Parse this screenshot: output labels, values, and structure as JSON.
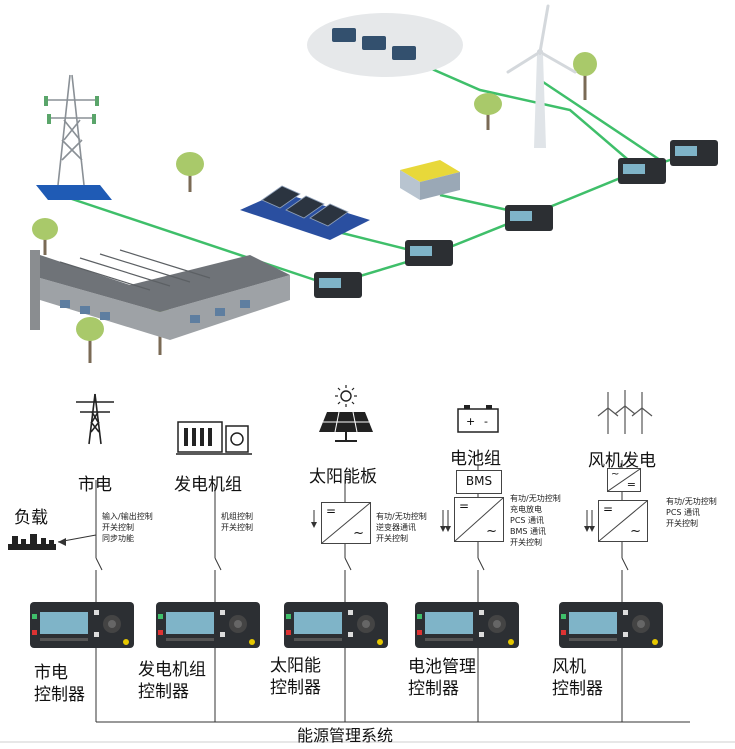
{
  "sources": {
    "grid": {
      "label": "市电",
      "features": [
        "输入/输出控制",
        "开关控制",
        "同步功能"
      ]
    },
    "genset": {
      "label": "发电机组",
      "features": [
        "机组控制",
        "开关控制"
      ]
    },
    "solar": {
      "label": "太阳能板",
      "features": [
        "有功/无功控制",
        "逆变器通讯",
        "开关控制"
      ]
    },
    "battery": {
      "label": "电池组",
      "bms": "BMS",
      "features": [
        "有功/无功控制",
        "充电放电",
        "PCS 通讯",
        "BMS 通讯",
        "开关控制"
      ]
    },
    "wind": {
      "label": "风机发电",
      "features": [
        "有功/无功控制",
        "PCS 通讯",
        "开关控制"
      ]
    }
  },
  "load": {
    "label": "负载"
  },
  "controllers": {
    "grid": [
      "市电",
      "控制器"
    ],
    "genset": [
      "发电机组",
      "控制器"
    ],
    "solar": [
      "太阳能",
      "控制器"
    ],
    "battery": [
      "电池管理",
      "控制器"
    ],
    "wind": [
      "风机",
      "控制器"
    ]
  },
  "converter_symbols": {
    "dc": "=",
    "ac": "~"
  },
  "bus_label": "能源管理系统",
  "colors": {
    "link_green": "#3fbf6a",
    "roof_gray": "#6f7378",
    "panel_blue": "#2a4fa0",
    "controller_dark": "#2c2f33",
    "screen": "#7fb4c8"
  }
}
